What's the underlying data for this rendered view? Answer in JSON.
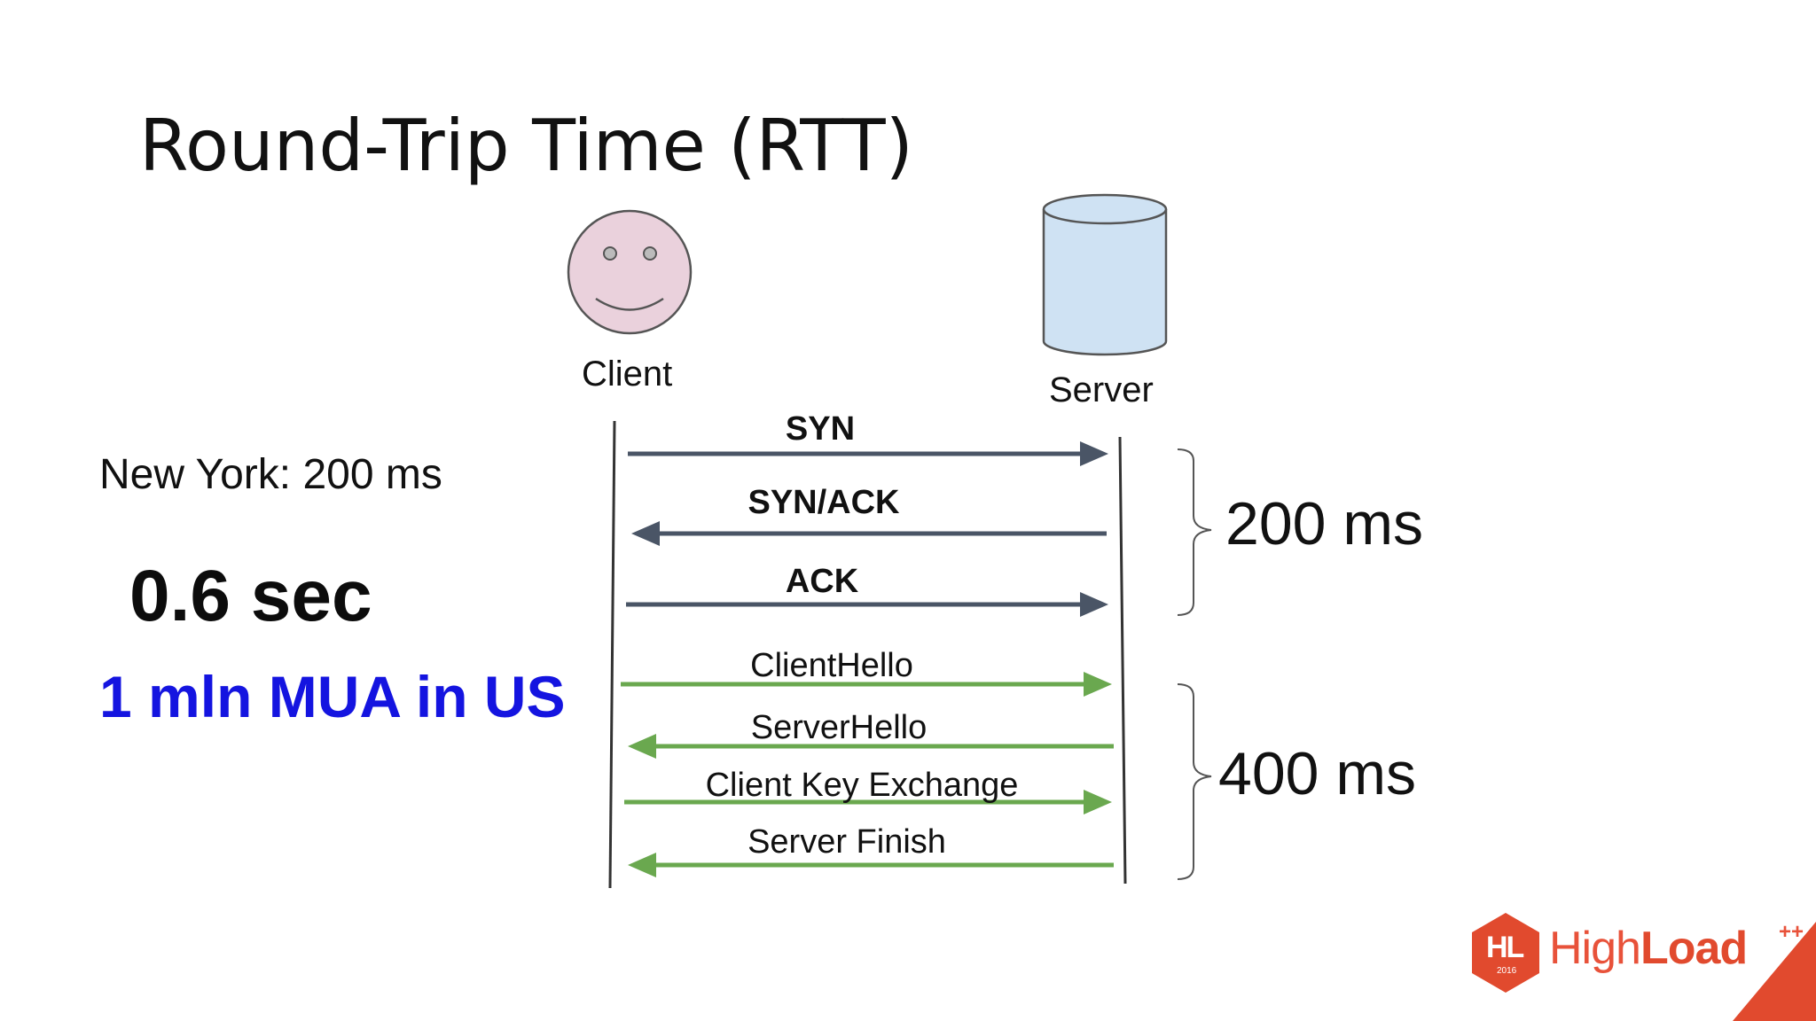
{
  "slide": {
    "title": "Round-Trip Time (RTT)"
  },
  "left": {
    "new_york": "New York: 200 ms",
    "total": "0.6 sec",
    "mua": "1 mln MUA in US"
  },
  "actors": {
    "client": "Client",
    "server": "Server"
  },
  "messages": [
    {
      "label": "SYN",
      "direction": "to-server",
      "color": "#4a5566",
      "bold": true
    },
    {
      "label": "SYN/ACK",
      "direction": "to-client",
      "color": "#4a5566",
      "bold": true
    },
    {
      "label": "ACK",
      "direction": "to-server",
      "color": "#4a5566",
      "bold": true
    },
    {
      "label": "ClientHello",
      "direction": "to-server",
      "color": "#6aa84f",
      "bold": false
    },
    {
      "label": "ServerHello",
      "direction": "to-client",
      "color": "#6aa84f",
      "bold": false
    },
    {
      "label": "Client Key Exchange",
      "direction": "to-server",
      "color": "#6aa84f",
      "bold": false
    },
    {
      "label": "Server Finish",
      "direction": "to-client",
      "color": "#6aa84f",
      "bold": false
    }
  ],
  "durations": {
    "tcp": "200 ms",
    "tls": "400 ms"
  },
  "logo": {
    "badge": "HL",
    "badge_year": "2016",
    "name_thin": "High",
    "name_bold": "Load",
    "suffix": "++"
  },
  "colors": {
    "tcp_arrow": "#4a5566",
    "tls_arrow": "#6aa84f",
    "mua_text": "#1414e0",
    "client_face": "#ead1dc",
    "server_db": "#cfe2f3",
    "brand": "#e8523a"
  }
}
